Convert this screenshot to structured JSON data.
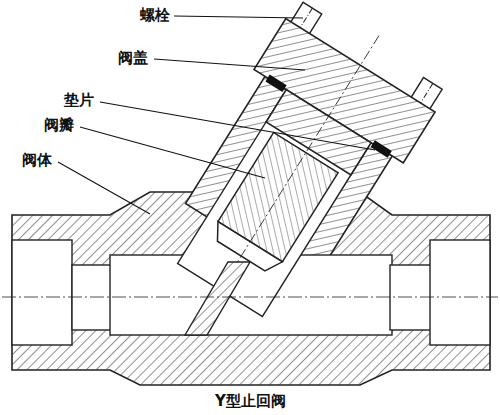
{
  "diagram": {
    "caption": "Y型止回阀",
    "labels": [
      "螺栓",
      "阀盖",
      "垫片",
      "阀瓣",
      "阀体"
    ]
  }
}
